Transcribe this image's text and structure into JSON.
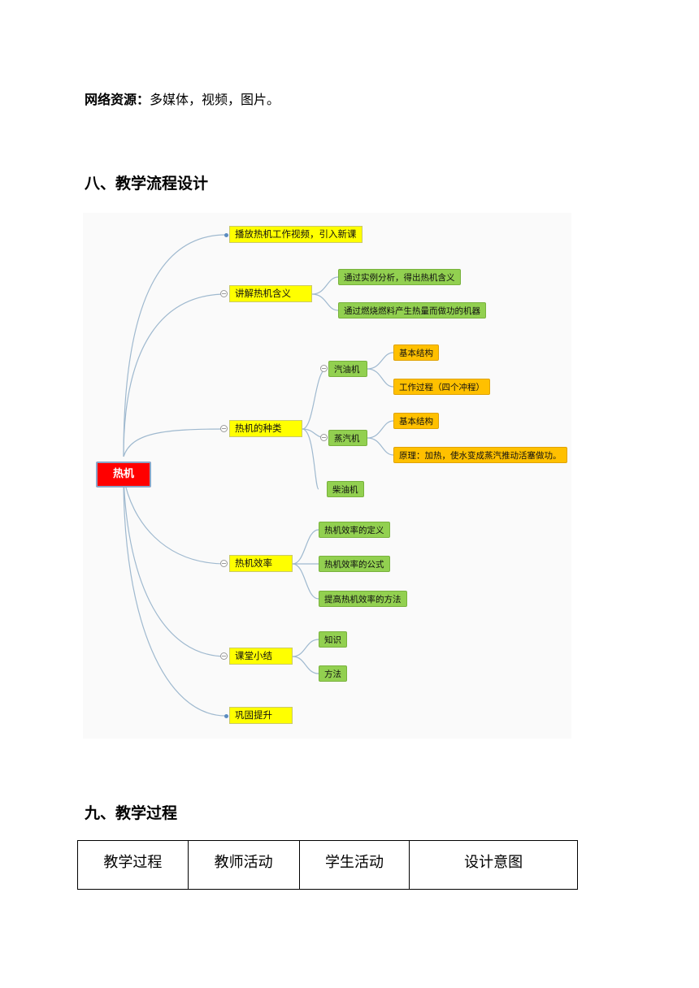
{
  "resources": {
    "label": "网络资源",
    "colon": "：",
    "text": "多媒体，视频，图片。"
  },
  "section8": {
    "title": "八、教学流程设计"
  },
  "section9": {
    "title": "九、教学过程"
  },
  "mindmap": {
    "root": "热机",
    "play_video": "播放热机工作视频，引入新课",
    "meaning": {
      "label": "讲解热机含义",
      "children": [
        "通过实例分析，得出热机含义",
        "通过燃烧燃料产生热量而做功的机器"
      ]
    },
    "types": {
      "label": "热机的种类",
      "gasoline": {
        "label": "汽油机",
        "children": [
          "基本结构",
          "工作过程（四个冲程）"
        ]
      },
      "steam": {
        "label": "蒸汽机",
        "children": [
          "基本结构",
          "原理：加热，使水变成蒸汽推动活塞做功。"
        ]
      },
      "diesel": "柴油机"
    },
    "efficiency": {
      "label": "热机效率",
      "children": [
        "热机效率的定义",
        "热机效率的公式",
        "提高热机效率的方法"
      ]
    },
    "summary": {
      "label": "课堂小结",
      "children": [
        "知识",
        "方法"
      ]
    },
    "consolidate": "巩固提升"
  },
  "table": {
    "headers": [
      "教学过程",
      "教师活动",
      "学生活动",
      "设计意图"
    ]
  }
}
